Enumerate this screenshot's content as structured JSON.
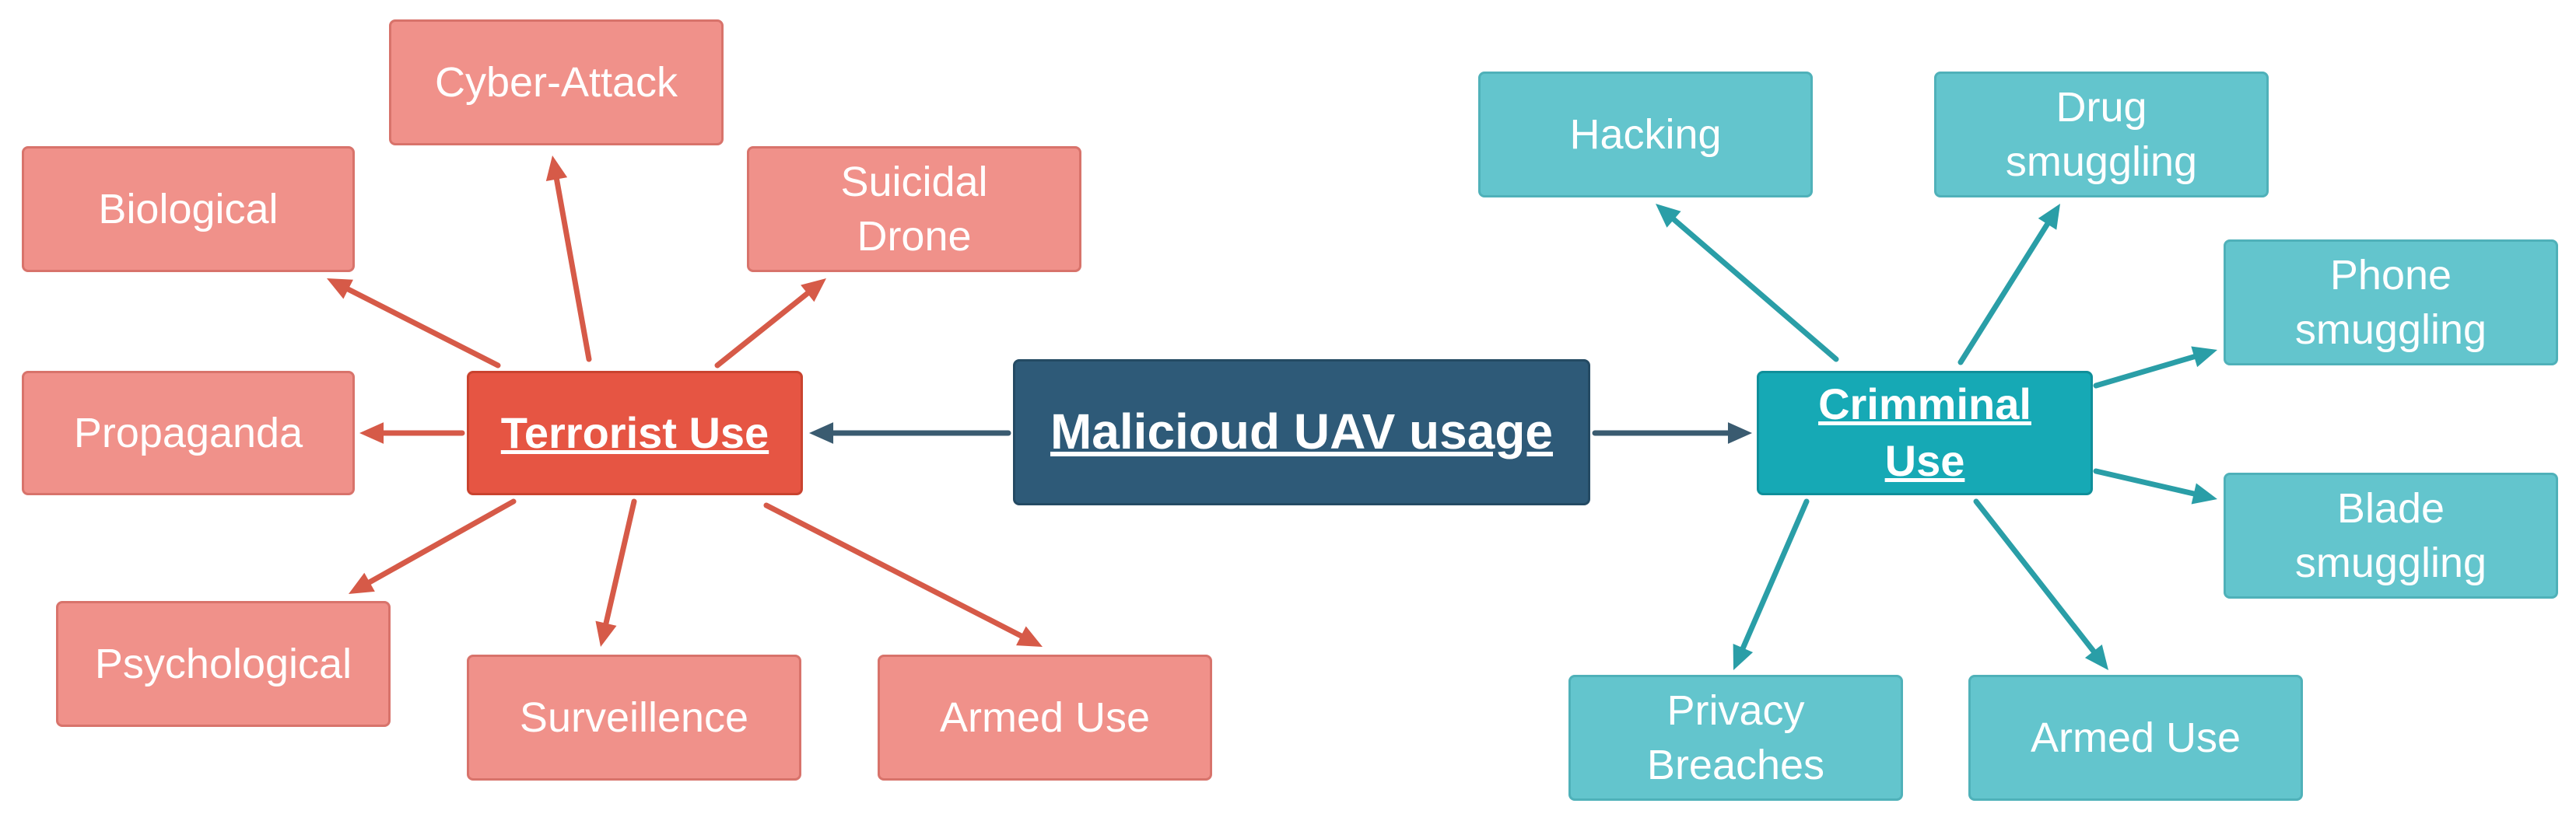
{
  "center": {
    "label": "Malicioud UAV usage",
    "color": "#2e5a78"
  },
  "terrorist": {
    "label": "Terrorist Use",
    "color": "#e65543",
    "arrow_color": "#d65a48",
    "leaves": [
      "Cyber-Attack",
      "Biological",
      "Suicidal\nDrone",
      "Propaganda",
      "Psychological",
      "Surveillence",
      "Armed Use"
    ]
  },
  "criminal": {
    "label": "Crimminal\nUse",
    "color": "#16a9b5",
    "arrow_color": "#2a9ea7",
    "leaves": [
      "Hacking",
      "Drug\nsmuggling",
      "Phone\nsmuggling",
      "Blade\nsmuggling",
      "Privacy\nBreaches",
      "Armed Use"
    ]
  },
  "main_arrow_color": "#3a5b70"
}
